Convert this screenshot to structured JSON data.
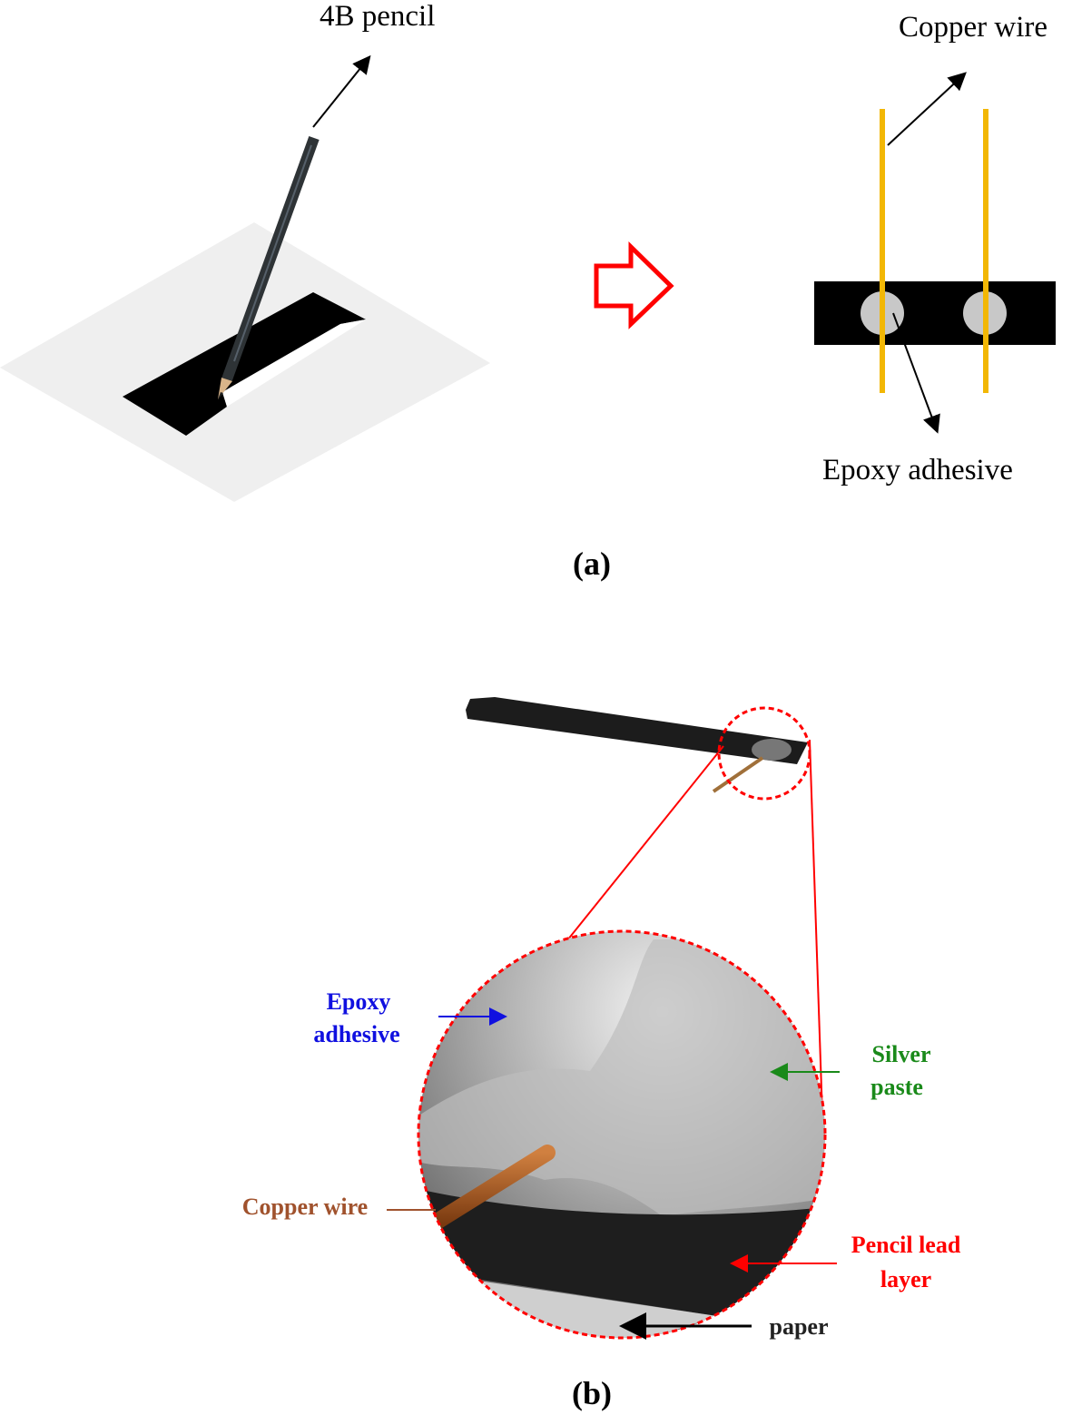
{
  "panel_a": {
    "pencil_label": "4B pencil",
    "copper_wire_label": "Copper wire",
    "epoxy_label": "Epoxy adhesive",
    "caption": "(a)"
  },
  "panel_b": {
    "epoxy_label_line1": "Epoxy",
    "epoxy_label_line2": "adhesive",
    "silver_label_line1": "Silver",
    "silver_label_line2": "paste",
    "copper_wire_label": "Copper wire",
    "pencil_lead_line1": "Pencil lead",
    "pencil_lead_line2": "layer",
    "paper_label": "paper",
    "caption": "(b)"
  },
  "colors": {
    "copper_wire_yellow": "#f2b705",
    "red": "#ff0000",
    "epoxy_blue": "#1010e0",
    "silver_green": "#1a8a1a",
    "copper_brown": "#a0522d"
  }
}
